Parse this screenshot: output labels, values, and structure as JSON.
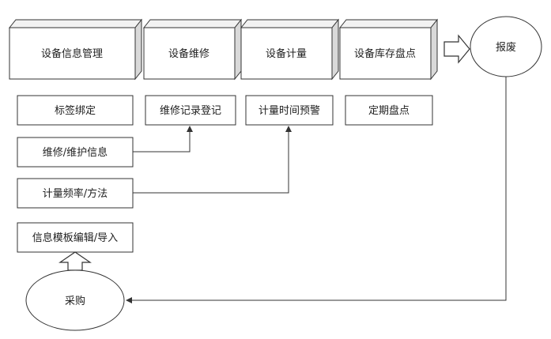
{
  "stages": [
    {
      "label": "设备信息管理"
    },
    {
      "label": "设备维修"
    },
    {
      "label": "设备计量"
    },
    {
      "label": "设备库存盘点"
    }
  ],
  "scrap": {
    "label": "报废"
  },
  "purchase": {
    "label": "采购"
  },
  "sub_boxes": [
    {
      "label": "标签绑定"
    },
    {
      "label": "维修记录登记"
    },
    {
      "label": "计量时间预警"
    },
    {
      "label": "定期盘点"
    }
  ],
  "info_boxes": [
    {
      "label": "维修/维护信息"
    },
    {
      "label": "计量频率/方法"
    },
    {
      "label": "信息模板编辑/导入"
    }
  ]
}
